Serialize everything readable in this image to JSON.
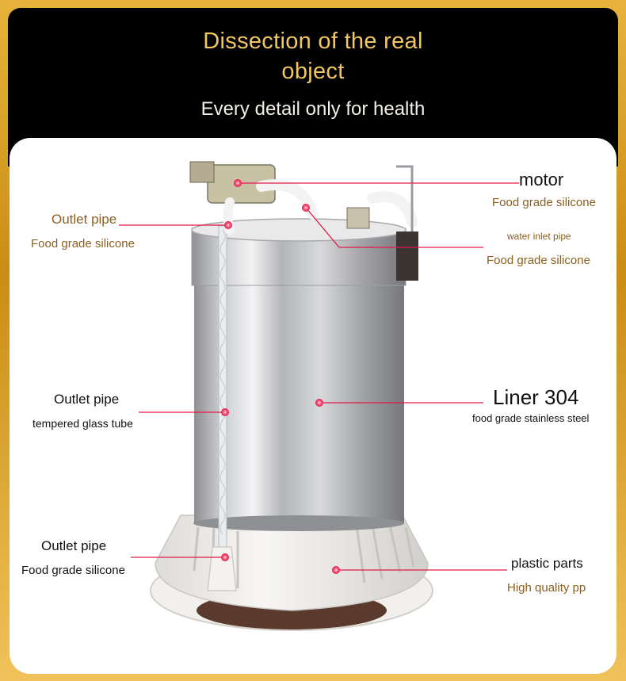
{
  "header": {
    "title_line1": "Dissection of the real",
    "title_line2": "object",
    "subtitle": "Every detail only for health"
  },
  "labels": {
    "motor": {
      "title": "motor",
      "sub": "Food grade silicone"
    },
    "outlet_top": {
      "title": "Outlet pipe",
      "sub": "Food grade silicone"
    },
    "water_inlet": {
      "title": "water inlet pipe",
      "sub": "Food grade silicone"
    },
    "outlet_mid": {
      "title": "Outlet pipe",
      "sub": "tempered glass tube"
    },
    "liner": {
      "title": "Liner 304",
      "sub": "food grade stainless steel"
    },
    "outlet_bottom": {
      "title": "Outlet pipe",
      "sub": "Food grade silicone"
    },
    "plastic": {
      "title": "plastic parts",
      "sub": "High quality pp"
    }
  },
  "colors": {
    "gold_text": "#f1c766",
    "label_brown": "#8a6020",
    "pointer_red": "#e0194a",
    "frame_gold": "#d9a12a"
  }
}
